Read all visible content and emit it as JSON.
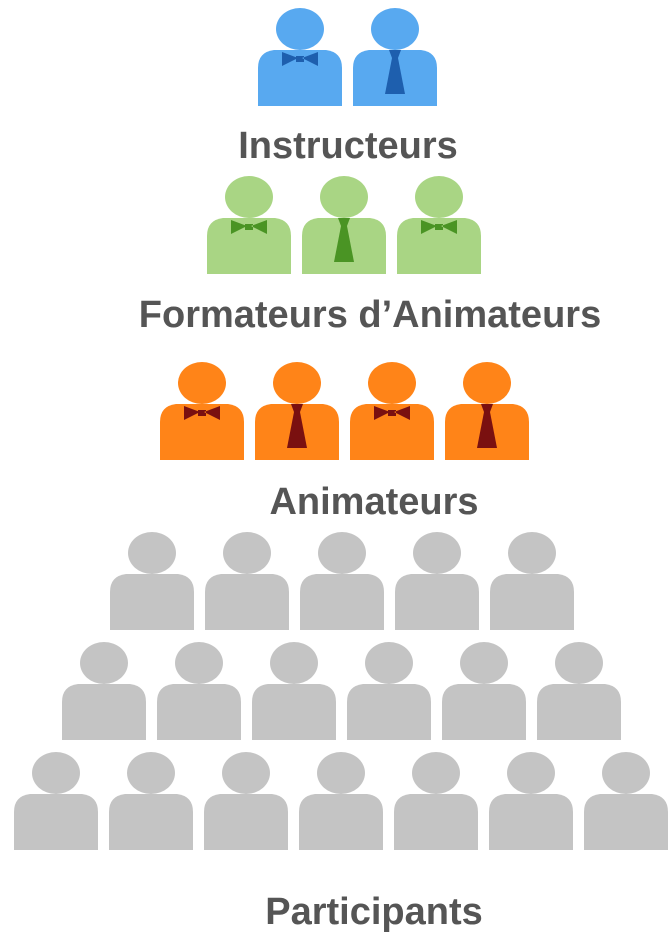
{
  "tiers": [
    {
      "label": "Instructeurs",
      "count": 2,
      "body_color": "#58A9F0",
      "accessory_color": "#1E5FAE",
      "accessories": [
        "bowtie",
        "tie"
      ]
    },
    {
      "label": "Formateurs d’Animateurs",
      "count": 3,
      "body_color": "#A9D584",
      "accessory_color": "#4A9424",
      "accessories": [
        "bowtie",
        "tie",
        "bowtie"
      ]
    },
    {
      "label": "Animateurs",
      "count": 4,
      "body_color": "#FF8418",
      "accessory_color": "#7A1010",
      "accessories": [
        "bowtie",
        "tie",
        "bowtie",
        "tie"
      ]
    },
    {
      "label": "Participants",
      "rows": [
        5,
        6,
        7
      ],
      "body_color": "#C4C4C4"
    }
  ]
}
